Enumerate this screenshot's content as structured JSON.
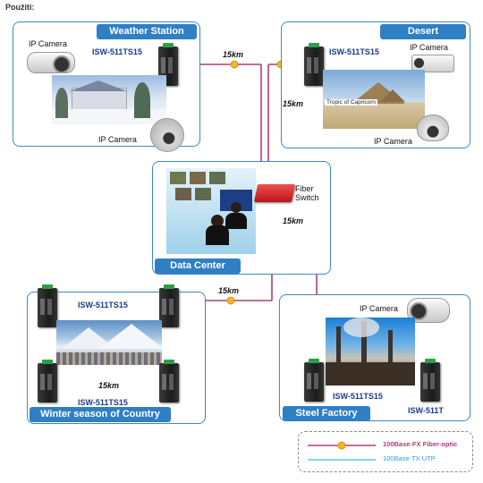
{
  "page": {
    "title": "Použití:"
  },
  "sites": {
    "weather": {
      "title": "Weather Station",
      "camera1": "IP Camera",
      "camera2": "IP Camera",
      "switch": "ISW-511TS15"
    },
    "desert": {
      "title": "Desert",
      "camera1": "IP Camera",
      "camera2": "IP Camera",
      "switch": "ISW-511TS15",
      "photo_caption": "Tropic of Capricorn"
    },
    "datacenter": {
      "title": "Data Center",
      "fiber_switch": "Fiber\nSwitch"
    },
    "winter": {
      "title": "Winter season of Country",
      "switch_top": "ISW-511TS15",
      "switch_bottom": "ISW-511TS15"
    },
    "steel": {
      "title": "Steel Factory",
      "camera": "IP Camera",
      "switch1": "ISW-511TS15",
      "switch2": "ISW-511T"
    }
  },
  "links": {
    "weather_distance": "15km",
    "desert_distance": "15km",
    "datacenter_distance": "15km",
    "winter_distance": "15km",
    "winter_inner_distance": "15km"
  },
  "legend": {
    "fiber": "100Base-FX Fiber-optic",
    "utp": "100Base-TX UTP"
  },
  "colors": {
    "panel_border": "#3d88c8",
    "tab": "#2f7fc4",
    "fiber": "#b43b7a",
    "utp": "#3fb6e0",
    "marker": "#f5b526",
    "fiber_switch": "#d9262a"
  }
}
